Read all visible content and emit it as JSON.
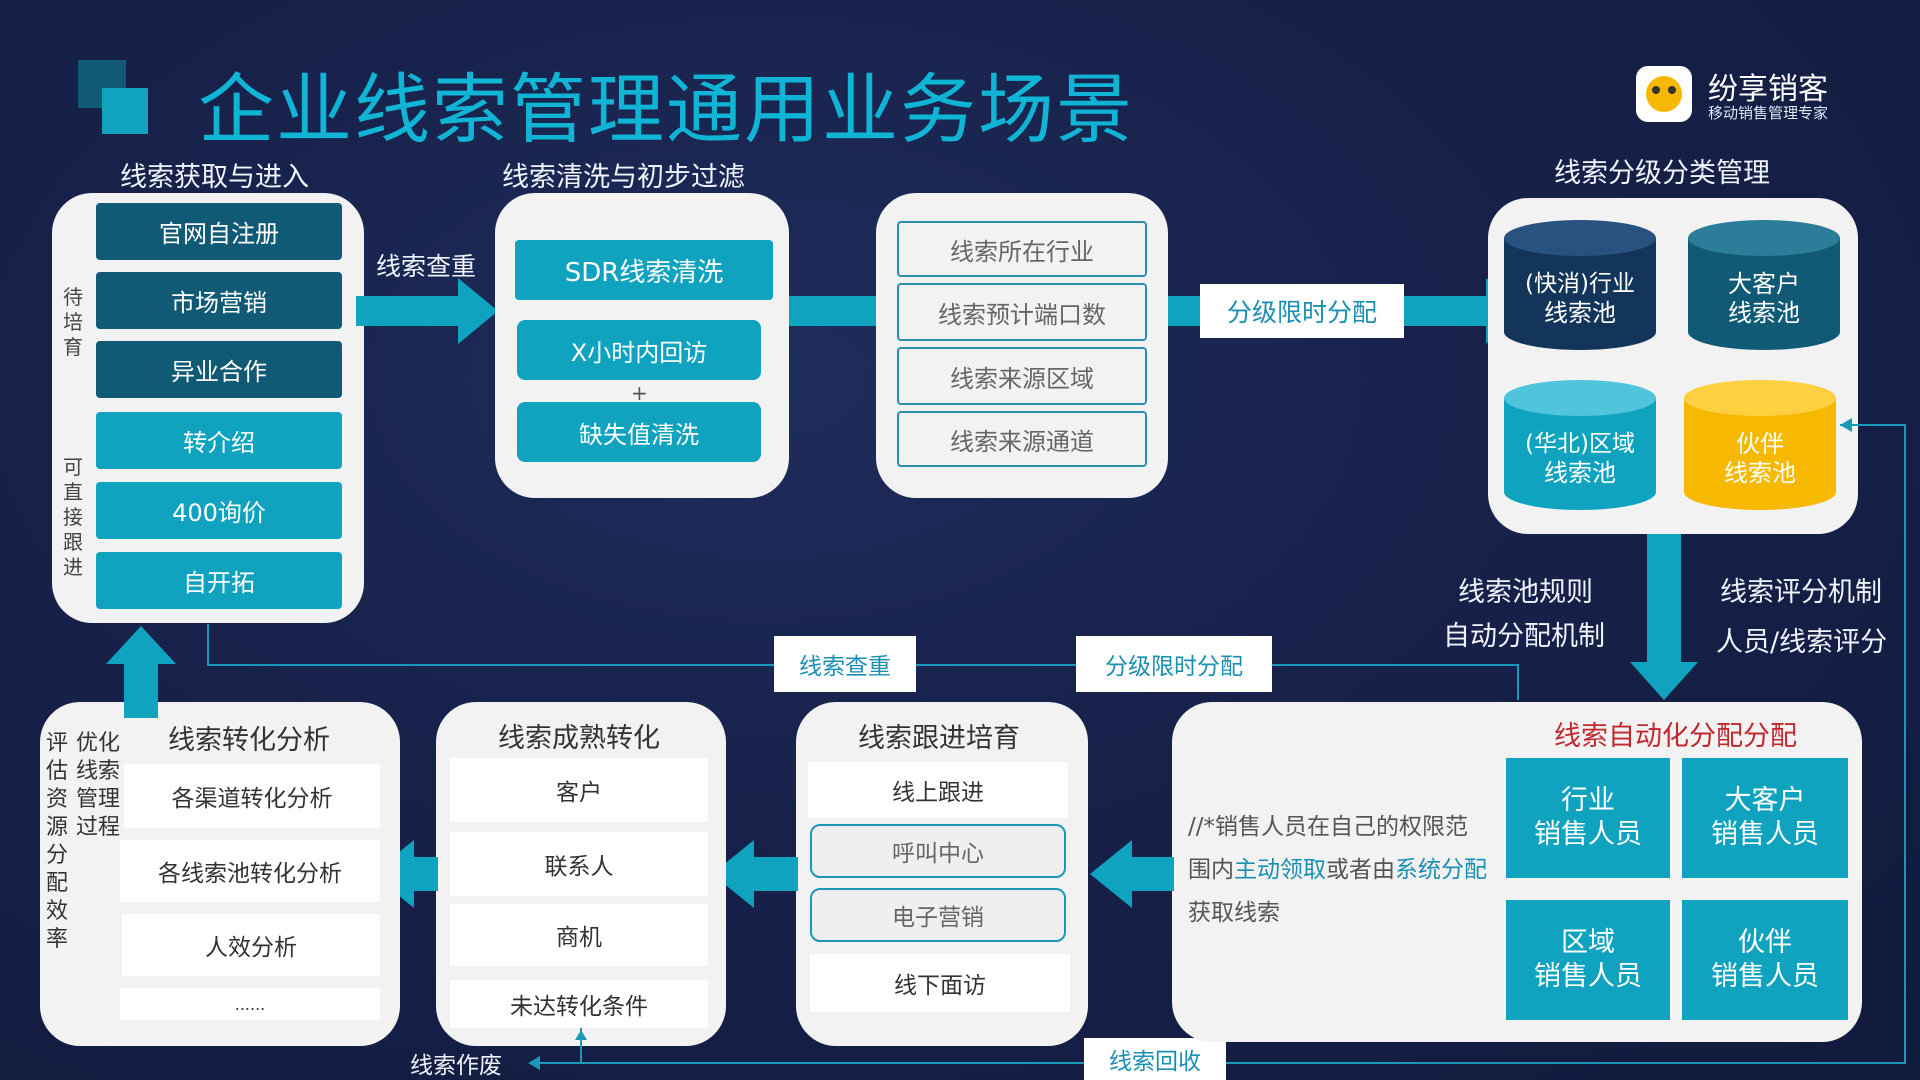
{
  "title": "企业线索管理通用业务场景",
  "logo": {
    "name": "纷享销客",
    "slogan": "移动销售管理专家",
    "icon": "bee-logo-icon"
  },
  "stage1": {
    "heading": "线索获取与进入",
    "side_top": "待培育",
    "side_bottom": "可直接跟进",
    "items": [
      "官网自注册",
      "市场营销",
      "异业合作",
      "转介绍",
      "400询价",
      "自开拓"
    ]
  },
  "arrow1_label": "线索查重",
  "stage2": {
    "heading": "线索清洗与初步过滤",
    "main": "SDR线索清洗",
    "sub1": "X小时内回访",
    "plus": "+",
    "sub2": "缺失值清洗"
  },
  "stage3": {
    "items": [
      "线索所在行业",
      "线索预计端口数",
      "线索来源区域",
      "线索来源通道"
    ]
  },
  "arrow3_label": "分级限时分配",
  "stage4": {
    "heading": "线索分级分类管理",
    "pools": [
      {
        "line1": "(快消)行业",
        "line2": "线索池",
        "color": "#14355a"
      },
      {
        "line1": "大客户",
        "line2": "线索池",
        "color": "#115a75"
      },
      {
        "line1": "(华北)区域",
        "line2": "线索池",
        "color": "#10a3c0"
      },
      {
        "line1": "伙伴",
        "line2": "线索池",
        "color": "#f6b800"
      }
    ]
  },
  "rule_left": {
    "line1": "线索池规则",
    "line2": "自动分配机制"
  },
  "rule_right": {
    "line1": "线索评分机制",
    "line2": "人员/线索评分"
  },
  "feedback": {
    "tag1": "线索查重",
    "tag2": "分级限时分配"
  },
  "stage5": {
    "heading": "线索自动化分配分配",
    "note_pre": "//*销售人员在自己的权限范围内",
    "note_hl1": "主动领取",
    "note_mid": "或者由",
    "note_hl2": "系统分配",
    "note_post": "获取线索",
    "sales": [
      {
        "line1": "行业",
        "line2": "销售人员"
      },
      {
        "line1": "大客户",
        "line2": "销售人员"
      },
      {
        "line1": "区域",
        "line2": "销售人员"
      },
      {
        "line1": "伙伴",
        "line2": "销售人员"
      }
    ]
  },
  "stage6": {
    "heading": "线索跟进培育",
    "items": [
      "线上跟进",
      "呼叫中心",
      "电子营销",
      "线下面访"
    ]
  },
  "stage7": {
    "heading": "线索成熟转化",
    "items": [
      "客户",
      "联系人",
      "商机",
      "未达转化条件"
    ]
  },
  "stage8": {
    "heading": "线索转化分析",
    "side_left": "评估资源分配效率",
    "side_mid": "优化线索管理过程",
    "items": [
      "各渠道转化分析",
      "各线索池转化分析",
      "人效分析",
      "......"
    ]
  },
  "discard_label": "线索作废",
  "recycle_label": "线索回收",
  "colors": {
    "teal": "#10a3c0",
    "dark_teal": "#115a75",
    "navy": "#14355a",
    "gold": "#f6b800",
    "red_heading": "#c0282e"
  }
}
